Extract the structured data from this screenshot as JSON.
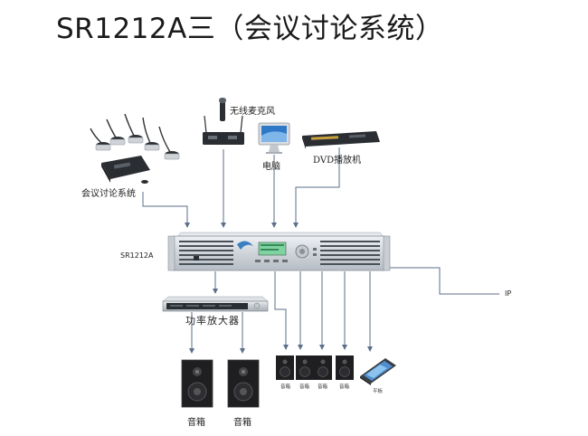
{
  "title": "SR1212A三（会议讨论系统）",
  "colors": {
    "line": "#5b6f8a",
    "device": "#d4d8de",
    "dark": "#202428",
    "speaker": "#1f1f22"
  },
  "devices": {
    "conference_system": "会议讨论系统",
    "wireless_mic": "无线麦克风",
    "computer": "电脑",
    "dvd": "DVD播放机",
    "main_unit": "SR1212A",
    "amplifier": "功率放大器",
    "ip": "IP",
    "tablet": "平板"
  },
  "speakers": {
    "large": [
      "音箱",
      "音箱"
    ],
    "small": [
      "音箱",
      "音箱",
      "音箱",
      "音箱"
    ]
  }
}
